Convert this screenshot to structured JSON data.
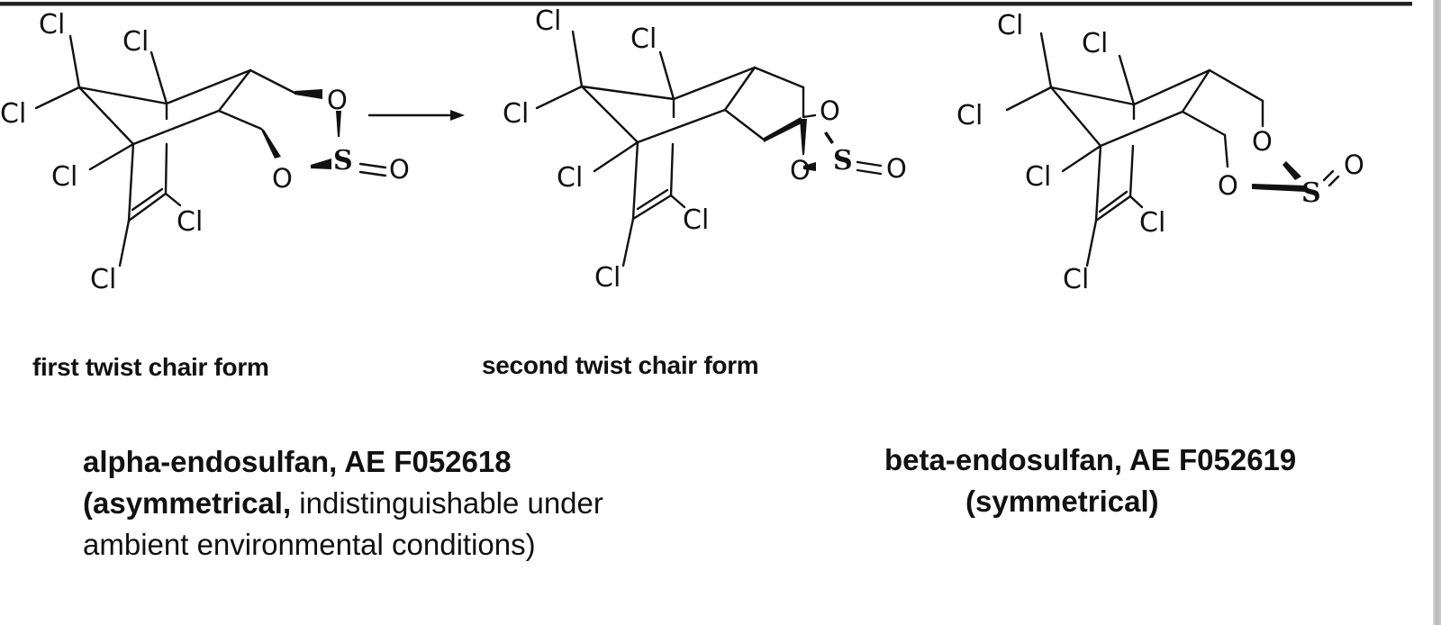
{
  "figure": {
    "reaction_arrow": "→",
    "molecules": [
      {
        "id": "alpha-first-twist",
        "atoms": {
          "cl_top_left": "Cl",
          "cl_top_center": "Cl",
          "cl_left": "Cl",
          "cl_mid_left": "Cl",
          "cl_right_lower": "Cl",
          "cl_bottom": "Cl",
          "o_upper": "O",
          "o_lower": "O",
          "s": "S",
          "o_double": "O"
        },
        "caption": "first twist chair form"
      },
      {
        "id": "alpha-second-twist",
        "atoms": {
          "cl_top_left": "Cl",
          "cl_top_center": "Cl",
          "cl_left": "Cl",
          "cl_mid_left": "Cl",
          "cl_right_lower": "Cl",
          "cl_bottom": "Cl",
          "o_upper": "O",
          "o_lower": "O",
          "s": "S",
          "o_double": "O"
        },
        "caption": "second twist chair form"
      },
      {
        "id": "beta",
        "atoms": {
          "cl_top_left": "Cl",
          "cl_top_center": "Cl",
          "cl_left": "Cl",
          "cl_mid_left": "Cl",
          "cl_right_lower": "Cl",
          "cl_bottom": "Cl",
          "o_upper": "O",
          "o_lower": "O",
          "s": "S",
          "o_double": "O"
        },
        "caption": ""
      }
    ]
  },
  "labels": {
    "alpha": {
      "name": "alpha-endosulfan, AE F052618",
      "line2_bold": "(asymmetrical,",
      "line2_rest": " indistinguishable under",
      "line3": "ambient environmental conditions)"
    },
    "beta": {
      "name": "beta-endosulfan, AE F052619",
      "line2": "(symmetrical)"
    }
  }
}
